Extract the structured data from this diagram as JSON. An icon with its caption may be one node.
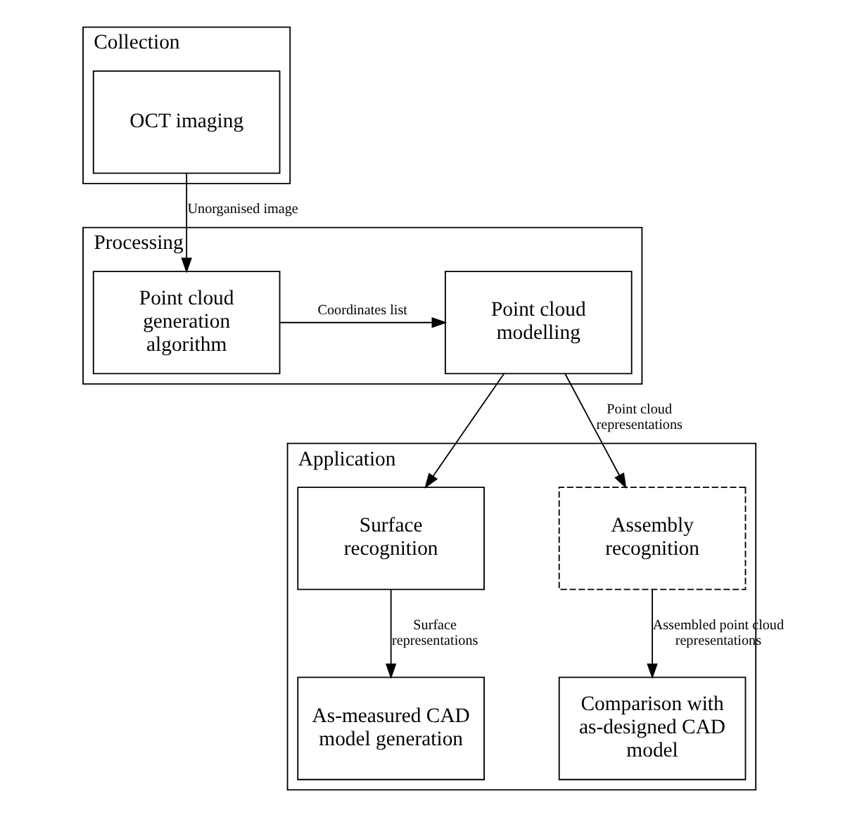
{
  "diagram": {
    "nodes": [
      {
        "text": [
          "Collection"
        ]
      },
      {
        "text": [
          "OCT imaging"
        ],
        "in": 0
      },
      {
        "text": [
          "Processing"
        ]
      },
      {
        "text": [
          "Point cloud generation algorithm"
        ],
        "in": 2
      },
      {
        "text": [
          "Point cloud modelling"
        ],
        "in": 2
      },
      {
        "text": [
          "Application"
        ]
      },
      {
        "text": [
          "Surface recognition"
        ],
        "in": 5
      },
      {
        "text": [
          "Assembly recognition"
        ],
        "in": 5
      },
      {
        "text": [
          "As-measured CAD model generation"
        ],
        "in": 5
      },
      {
        "text": [
          "Comparison with as-designed CAD model"
        ],
        "in": 5
      }
    ],
    "edges": [
      {
        "from": 1,
        "to": 3,
        "arrow": "to",
        "label": "Unorganised image"
      },
      {
        "from": 3,
        "to": 4,
        "arrow": "to",
        "label": "Coordinates list"
      },
      {
        "from": 4,
        "to": 6,
        "arrow": "to"
      },
      {
        "from": 4,
        "to": 7,
        "arrow": "to",
        "label": "Point cloud representations"
      },
      {
        "from": 6,
        "to": 8,
        "arrow": "to",
        "label": "Surface representations"
      },
      {
        "from": 7,
        "to": 9,
        "arrow": "to",
        "label": "Assembled point cloud representations"
      }
    ]
  }
}
